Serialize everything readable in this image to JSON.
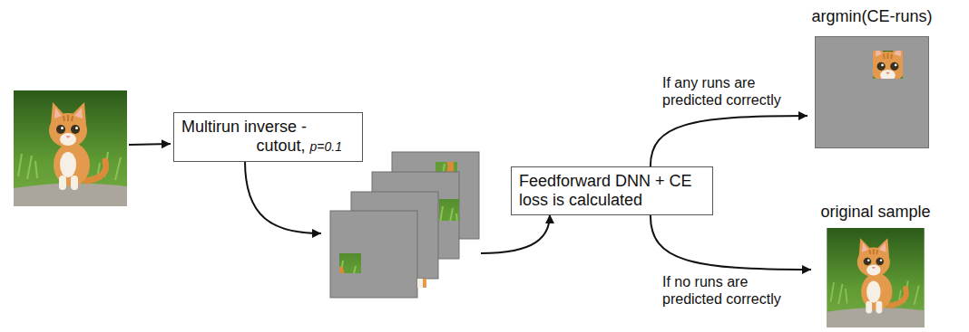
{
  "diagram": {
    "nodes": [
      {
        "text": [
          "Multirun inverse -cutout,",
          "p=0.1"
        ]
      },
      {
        "text": [
          "Feedforward DNN + CE loss is calculated"
        ]
      },
      {
        "text": [
          "argmin(CE-runs)"
        ]
      },
      {
        "text": [
          "original sample"
        ]
      }
    ],
    "edges": [
      {
        "from": 1,
        "to": 2,
        "arrow": "to",
        "label": "If any runs are predicted correctly"
      },
      {
        "from": 1,
        "to": 3,
        "arrow": "to",
        "label": "If no runs are predicted correctly"
      }
    ]
  }
}
